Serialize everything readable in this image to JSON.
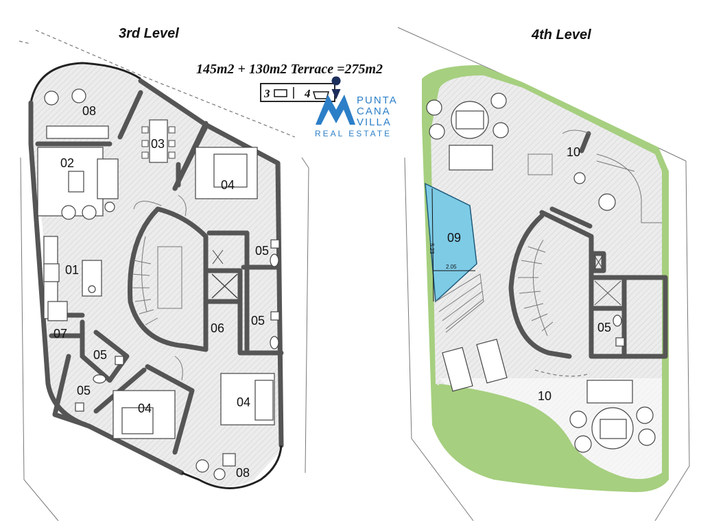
{
  "levels": {
    "left": "3rd Level",
    "right": "4th Level"
  },
  "area_text": "145m2 + 130m2 Terrace =275m2",
  "badge": {
    "beds": "3",
    "baths": "4"
  },
  "brand": {
    "line1": "PUNTA",
    "line2": "CANA",
    "line3": "VILLA",
    "line4": "REAL ESTATE",
    "color": "#2c7fc7"
  },
  "pool_dims": {
    "length": "5.23",
    "width": "2.05"
  },
  "rooms_3rd": {
    "r01": "01",
    "r02": "02",
    "r03": "03",
    "r04a": "04",
    "r04b": "04",
    "r04c": "04",
    "r05a": "05",
    "r05b": "05",
    "r05c": "05",
    "r05d": "05",
    "r06": "06",
    "r07": "07",
    "r08a": "08",
    "r08b": "08"
  },
  "rooms_4th": {
    "r09": "09",
    "r10a": "10",
    "r10b": "10",
    "r05": "05"
  },
  "colors": {
    "pool": "#7ecbe6",
    "lawn": "#a6cf7f",
    "floor": "#e9e9e9"
  }
}
